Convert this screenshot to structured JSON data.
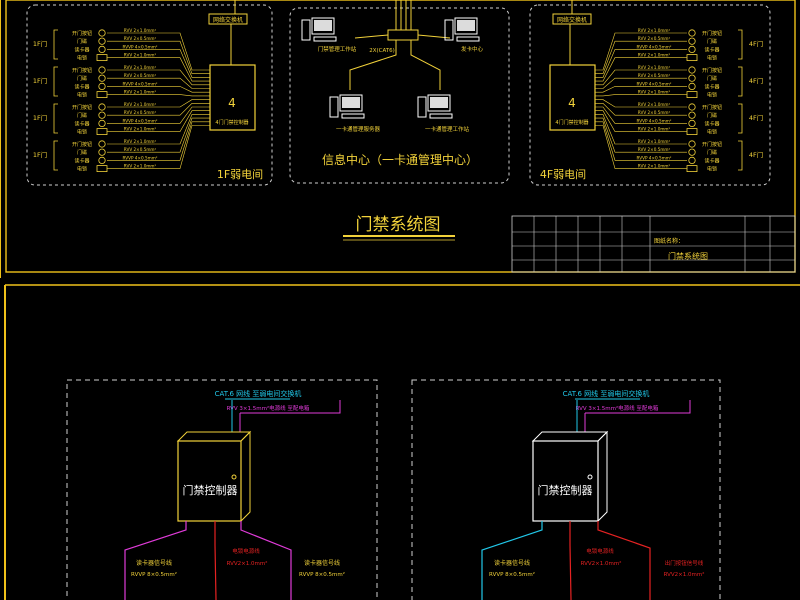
{
  "colors": {
    "background": "#000000",
    "frame": "#f0c21a",
    "yellow": "#f2d23a",
    "white": "#ffffff",
    "cyan": "#21c7e8",
    "magenta": "#e03bd9",
    "red": "#e52222",
    "dash": "#cfcfcf"
  },
  "top_sheet": {
    "left_room": {
      "title": "1F弱电间",
      "controller_number": "4",
      "controller_label": "4门门禁控制器",
      "top_box": "网络交换机",
      "doors": [
        {
          "label": "1F门",
          "items": [
            "开门按钮",
            "门磁",
            "读卡器",
            "电锁"
          ],
          "cables": [
            "RVV 2×1.0mm²",
            "RVV 2×0.5mm²",
            "RVVP 4×0.5mm²",
            "RVV 2×1.0mm²"
          ]
        },
        {
          "label": "1F门",
          "items": [
            "开门按钮",
            "门磁",
            "读卡器",
            "电锁"
          ],
          "cables": [
            "RVV 2×1.0mm²",
            "RVV 2×0.5mm²",
            "RVVP 4×0.5mm²",
            "RVV 2×1.0mm²"
          ]
        },
        {
          "label": "1F门",
          "items": [
            "开门按钮",
            "门磁",
            "读卡器",
            "电锁"
          ],
          "cables": [
            "RVV 2×1.0mm²",
            "RVV 2×0.5mm²",
            "RVVP 4×0.5mm²",
            "RVV 2×1.0mm²"
          ]
        },
        {
          "label": "1F门",
          "items": [
            "开门按钮",
            "门磁",
            "读卡器",
            "电锁"
          ],
          "cables": [
            "RVV 2×1.0mm²",
            "RVV 2×0.5mm²",
            "RVVP 4×0.5mm²",
            "RVV 2×1.0mm²"
          ]
        }
      ]
    },
    "right_room": {
      "title": "4F弱电间",
      "controller_number": "4",
      "controller_label": "4门门禁控制器",
      "top_box": "网络交换机",
      "doors": [
        {
          "label": "4F门",
          "items": [
            "开门按钮",
            "门磁",
            "读卡器",
            "电锁"
          ],
          "cables": [
            "RVV 2×1.0mm²",
            "RVV 2×0.5mm²",
            "RVVP 4×0.5mm²",
            "RVV 2×1.0mm²"
          ]
        },
        {
          "label": "4F门",
          "items": [
            "开门按钮",
            "门磁",
            "读卡器",
            "电锁"
          ],
          "cables": [
            "RVV 2×1.0mm²",
            "RVV 2×0.5mm²",
            "RVVP 4×0.5mm²",
            "RVV 2×1.0mm²"
          ]
        },
        {
          "label": "4F门",
          "items": [
            "开门按钮",
            "门磁",
            "读卡器",
            "电锁"
          ],
          "cables": [
            "RVV 2×1.0mm²",
            "RVV 2×0.5mm²",
            "RVVP 4×0.5mm²",
            "RVV 2×1.0mm²"
          ]
        },
        {
          "label": "4F门",
          "items": [
            "开门按钮",
            "门磁",
            "读卡器",
            "电锁"
          ],
          "cables": [
            "RVV 2×1.0mm²",
            "RVV 2×0.5mm²",
            "RVVP 4×0.5mm²",
            "RVV 2×1.0mm²"
          ]
        }
      ]
    },
    "center": {
      "title": "信息中心（一卡通管理中心）",
      "switch_label": "2X(CAT6)",
      "pc_top_left": "门禁管理工作站",
      "pc_top_right": "发卡中心",
      "pc_bottom_left": "一卡通管理服务器",
      "pc_bottom_right": "一卡通管理工作站"
    },
    "diagram_title": "门禁系统图",
    "title_block": {
      "project_label": "图纸名称：",
      "drawing_name": "门禁系统图"
    }
  },
  "bottom_sheet": {
    "left": {
      "network_label": "CAT.6 网线  至弱电间交换机",
      "power_label": "RVV 3×1.5mm²电源线  至配电箱",
      "controller": "门禁控制器",
      "branch_1_title": "读卡器信号线",
      "branch_1_cable": "RVVP 8×0.5mm²",
      "branch_2_title": "电锁电源线",
      "branch_2_cable": "RVV2×1.0mm²",
      "branch_3_title": "读卡器信号线",
      "branch_3_cable": "RVVP 8×0.5mm²"
    },
    "right": {
      "network_label": "CAT.6 网线  至弱电间交换机",
      "power_label": "RVV 3×1.5mm²电源线  至配电箱",
      "controller": "门禁控制器",
      "branch_1_title": "读卡器信号线",
      "branch_1_cable": "RVVP 8×0.5mm²",
      "branch_2_title": "电锁电源线",
      "branch_2_cable": "RVV2×1.0mm²",
      "branch_3_title": "出门按钮信号线",
      "branch_3_cable": "RVV2×1.0mm²"
    }
  }
}
